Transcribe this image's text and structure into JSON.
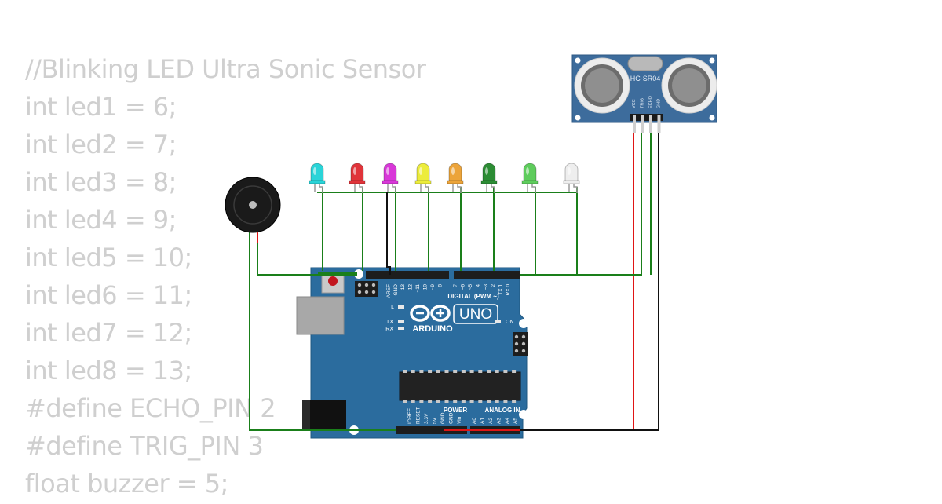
{
  "code": {
    "lines": [
      "//Blinking LED Ultra Sonic Sensor",
      "int led1 = 6;",
      "int led2 = 7;",
      "int led3 = 8;",
      "int led4 = 9;",
      "int led5 = 10;",
      "int led6 = 11;",
      "int led7 = 12;",
      "int led8 = 13;",
      "#define ECHO_PIN 2",
      "#define TRIG_PIN 3",
      "float buzzer = 5;"
    ]
  },
  "sensor": {
    "model": "HC-SR04",
    "pins": [
      "VCC",
      "TRIG",
      "ECHO",
      "GND"
    ]
  },
  "leds": [
    {
      "color": "#2ad4d8"
    },
    {
      "color": "#e0343a"
    },
    {
      "color": "#d838d8"
    },
    {
      "color": "#ecec3c"
    },
    {
      "color": "#eca43a"
    },
    {
      "color": "#2c8c34"
    },
    {
      "color": "#5ecc5c"
    },
    {
      "color": "#eeeeee"
    }
  ],
  "board": {
    "model_label": "UNO",
    "brand_label": "ARDUINO",
    "digital_header_label": "DIGITAL (PWM ~)",
    "power_label": "POWER",
    "analog_label": "ANALOG IN",
    "on_label": "ON",
    "l_label": "L",
    "tx_label": "TX",
    "rx_label": "RX",
    "aref_label": "AREF",
    "gnd_label": "GND",
    "digital_pins": [
      "13",
      "12",
      "~11",
      "~10",
      "~9",
      "8",
      "7",
      "~6",
      "~5",
      "4",
      "~3",
      "2",
      "TX 1",
      "RX 0"
    ],
    "power_pins": [
      "IOREF",
      "RESET",
      "3.3V",
      "5V",
      "GND",
      "GND",
      "Vin"
    ],
    "analog_pins": [
      "A0",
      "A1",
      "A2",
      "A3",
      "A4",
      "A5"
    ]
  },
  "colors": {
    "board": "#2b6c9e",
    "wire_green": "#1a7f1a",
    "wire_red": "#e01515",
    "wire_black": "#111111",
    "code_text": "#cfcfcf",
    "sensor_pcb": "#3d6c9c"
  }
}
